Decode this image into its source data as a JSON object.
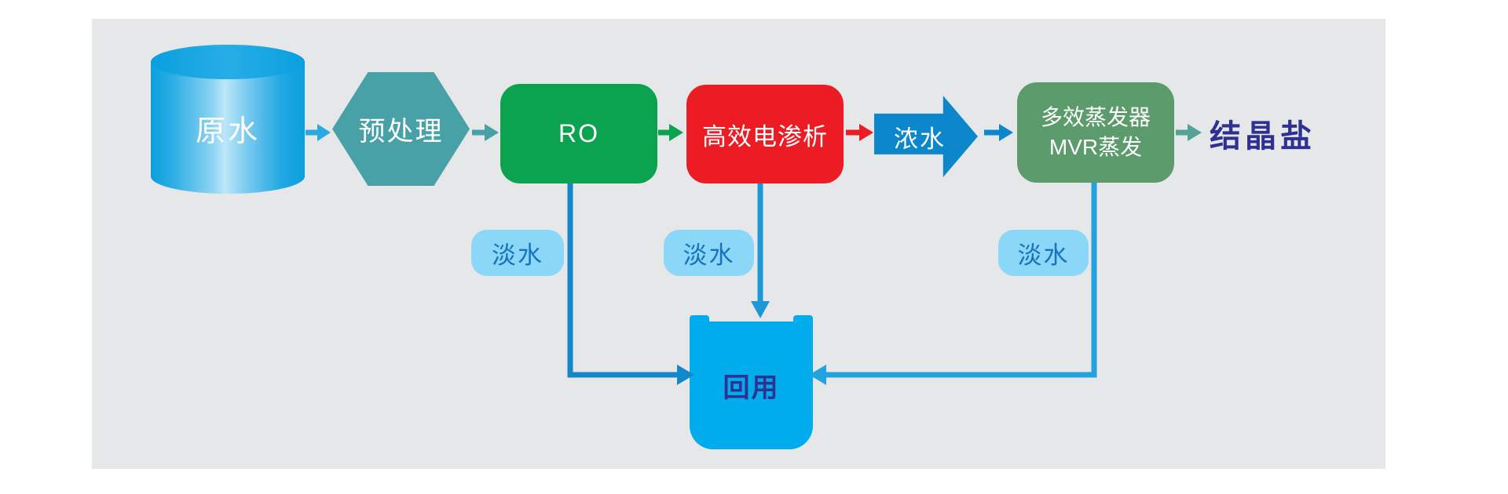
{
  "diagram": {
    "nodes": {
      "raw_water": "原水",
      "pretreatment": "预处理",
      "ro": "RO",
      "electrodialysis": "高效电渗析",
      "concentrate": "浓水",
      "evaporator_line1": "多效蒸发器",
      "evaporator_line2": "MVR蒸发",
      "crystal_salt": "结晶盐",
      "reuse": "回用",
      "fresh_water": [
        "淡水",
        "淡水",
        "淡水"
      ]
    },
    "colors": {
      "panel_background": "#E6E7E8",
      "cylinder_blue": "#0BA0DF",
      "hexagon_teal": "#47A1A7",
      "ro_green": "#0BA34F",
      "electrodialysis_red": "#EC1C24",
      "concentrate_blue": "#0D87CB",
      "evaporator_green": "#5C9C6C",
      "fresh_water_bg": "#8BD7F7",
      "fresh_water_text": "#1873BC",
      "tank_blue": "#00ACEC",
      "indigo_text": "#2E3192",
      "salt_arrow_teal": "#54A295",
      "line_left_blue": "#1387C9",
      "line_middle_blue": "#1E97D7",
      "line_right_blue": "#22A2DE",
      "raw_arrow_blue": "#2AA9E1"
    }
  }
}
